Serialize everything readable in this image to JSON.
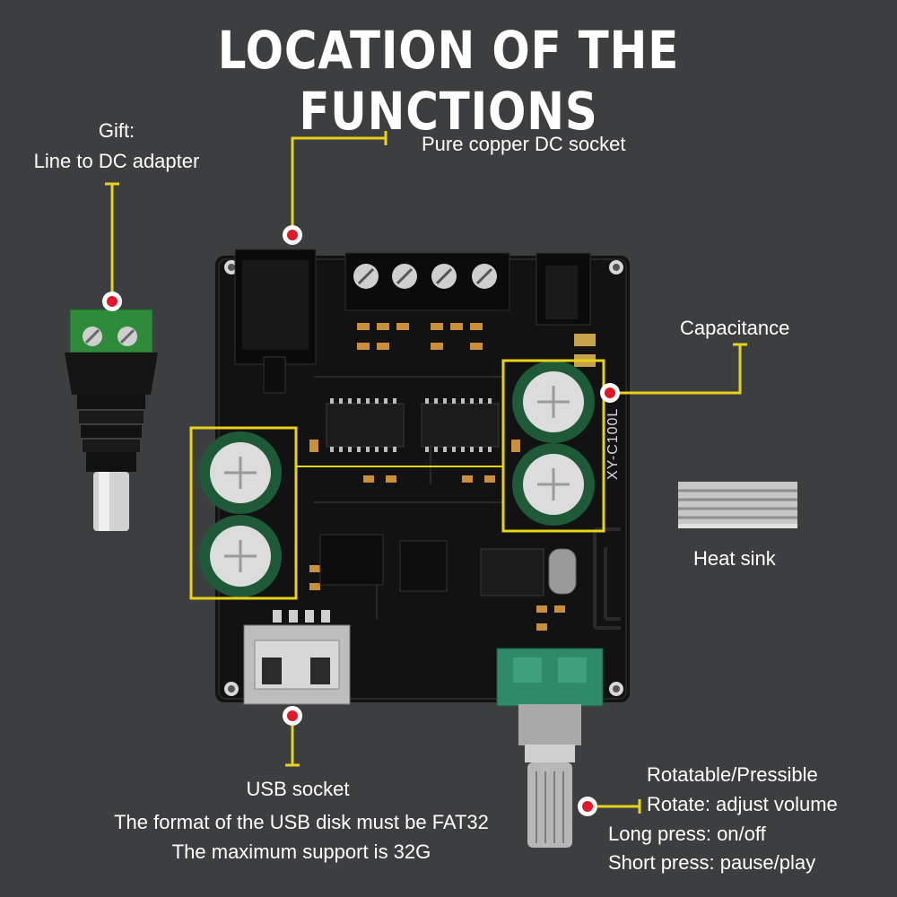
{
  "title": "LOCATION OF THE FUNCTIONS",
  "labels": {
    "gift_line1": "Gift:",
    "gift_line2": "Line to DC adapter",
    "dc_socket": "Pure copper DC socket",
    "capacitance": "Capacitance",
    "heat_sink": "Heat sink",
    "usb_socket": "USB socket",
    "usb_format": "The format of the USB disk must be FAT32",
    "usb_max": "The maximum support is 32G",
    "knob_line1": "Rotatable/Pressible",
    "knob_line2": "Rotate: adjust volume",
    "knob_line3": "Long press: on/off",
    "knob_line4": "Short press: pause/play"
  },
  "board_silkscreen": "XY-C100L",
  "colors": {
    "background": "#3d3e40",
    "callout_line": "#e8d21a",
    "marker_dot": "#e0182a",
    "board": "#141414",
    "capacitor_sleeve": "#1f5a38",
    "terminal_green": "#2e8b3a"
  }
}
